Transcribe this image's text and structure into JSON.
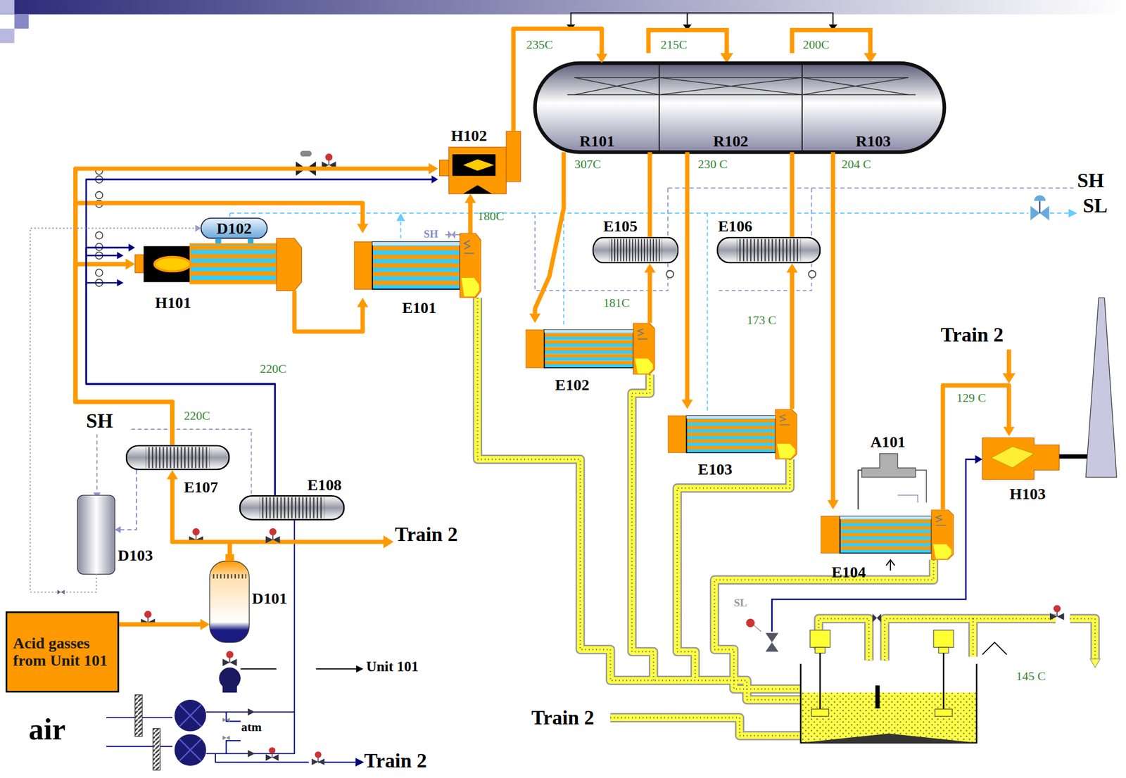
{
  "diagram": {
    "nodes": [
      {
        "text": [
          "Acid gasses from Unit 101"
        ]
      },
      {
        "text": [
          "D101"
        ]
      },
      {
        "text": [
          "E107"
        ]
      },
      {
        "text": [
          "E108"
        ]
      },
      {
        "text": [
          "D103"
        ]
      },
      {
        "text": [
          "H101"
        ]
      },
      {
        "text": [
          "D102"
        ]
      },
      {
        "text": [
          "E101"
        ]
      },
      {
        "text": [
          "H102"
        ]
      },
      {
        "text": [
          "R101"
        ]
      },
      {
        "text": [
          "R102"
        ]
      },
      {
        "text": [
          "R103"
        ]
      },
      {
        "text": [
          "E102"
        ]
      },
      {
        "text": [
          "E105"
        ]
      },
      {
        "text": [
          "E106"
        ]
      },
      {
        "text": [
          "E103"
        ]
      },
      {
        "text": [
          "E104"
        ]
      },
      {
        "text": [
          "A101"
        ]
      },
      {
        "text": [
          "H103"
        ]
      }
    ],
    "edges": [
      {
        "from": 0,
        "to": 1,
        "arrow": "to"
      },
      {
        "from": 1,
        "to": 2,
        "arrow": "to"
      },
      {
        "from": 2,
        "to": 5,
        "arrow": "to",
        "label": "220C"
      },
      {
        "from": 2,
        "to": 8,
        "arrow": "to"
      },
      {
        "from": 2,
        "to": 7,
        "arrow": "to"
      },
      {
        "from": 5,
        "to": 7,
        "arrow": "to"
      },
      {
        "from": 7,
        "to": 8,
        "arrow": "to",
        "label": "180C"
      },
      {
        "from": 8,
        "to": 9,
        "arrow": "to",
        "label": "235C"
      },
      {
        "from": 9,
        "to": 12,
        "arrow": "to",
        "label": "307C"
      },
      {
        "from": 12,
        "to": 13,
        "arrow": "to",
        "label": "181C"
      },
      {
        "from": 13,
        "to": 10,
        "arrow": "none"
      },
      {
        "from": 10,
        "to": 15,
        "arrow": "to",
        "label": "230 C"
      },
      {
        "from": 15,
        "to": 14,
        "arrow": "to",
        "label": "173 C"
      },
      {
        "from": 14,
        "to": 11,
        "arrow": "none"
      },
      {
        "from": 11,
        "to": 16,
        "arrow": "to",
        "label": "204 C"
      },
      {
        "from": 16,
        "to": 18,
        "arrow": "to",
        "label": "129 C"
      },
      {
        "from": 3,
        "to": 8,
        "arrow": "to",
        "label": "220C"
      },
      {
        "from": 3,
        "to": 5,
        "arrow": "to"
      },
      {
        "from": 2,
        "to": 4,
        "arrow": "to"
      },
      {
        "from": 4,
        "to": 6,
        "arrow": "to"
      },
      {
        "from": 17,
        "to": 16,
        "arrow": "none"
      }
    ],
    "labels": [
      "215C",
      "200C",
      "SH",
      "SL",
      "SH",
      "SH",
      "SL",
      "Train 2",
      "Train 2",
      "Train 2",
      "Train 2",
      "air",
      "atm",
      "Unit 101",
      "145 C"
    ]
  }
}
